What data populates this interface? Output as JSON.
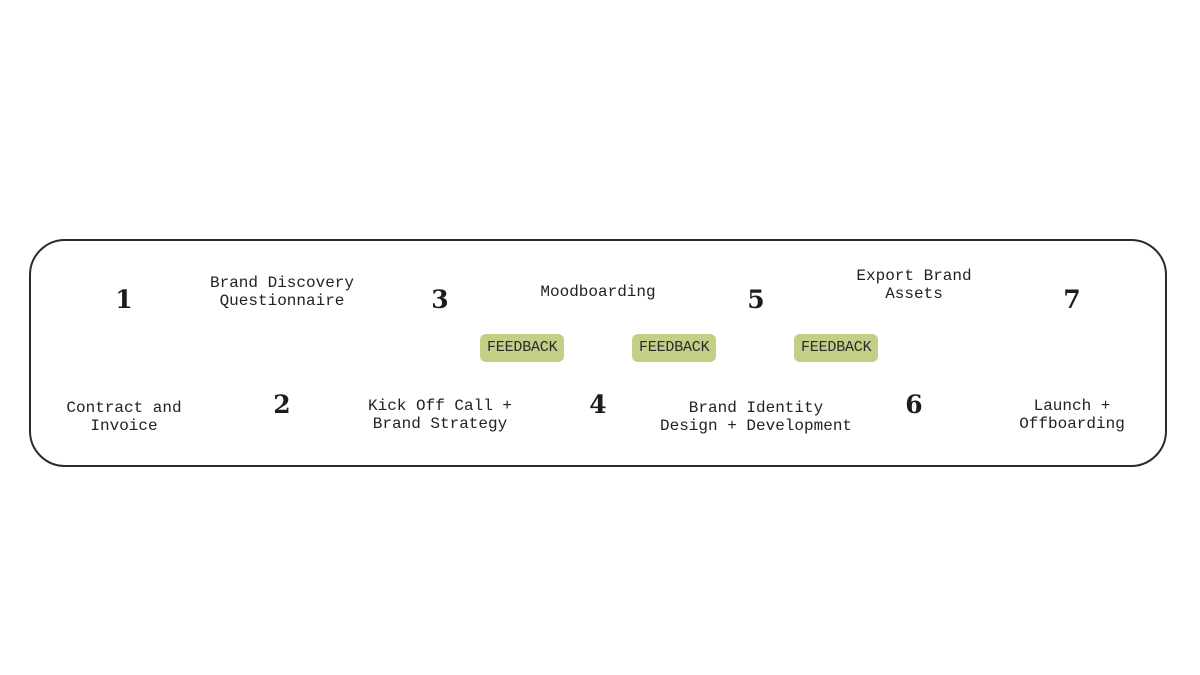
{
  "steps": [
    {
      "number": "1",
      "line1": "Contract and",
      "line2": "Invoice"
    },
    {
      "number": "2",
      "line1": "Brand Discovery",
      "line2": "Questionnaire"
    },
    {
      "number": "3",
      "line1": "Kick Off Call +",
      "line2": "Brand Strategy"
    },
    {
      "number": "4",
      "line1": "Moodboarding",
      "line2": ""
    },
    {
      "number": "5",
      "line1": "Brand Identity",
      "line2": "Design + Development"
    },
    {
      "number": "6",
      "line1": "Export Brand",
      "line2": "Assets"
    },
    {
      "number": "7",
      "line1": "Launch +",
      "line2": "Offboarding"
    }
  ],
  "feedback": [
    "FEEDBACK",
    "FEEDBACK",
    "FEEDBACK"
  ],
  "colors": {
    "border": "#2a2a2a",
    "feedback_badge": "#c2cf86",
    "text": "#1f1f1f"
  }
}
